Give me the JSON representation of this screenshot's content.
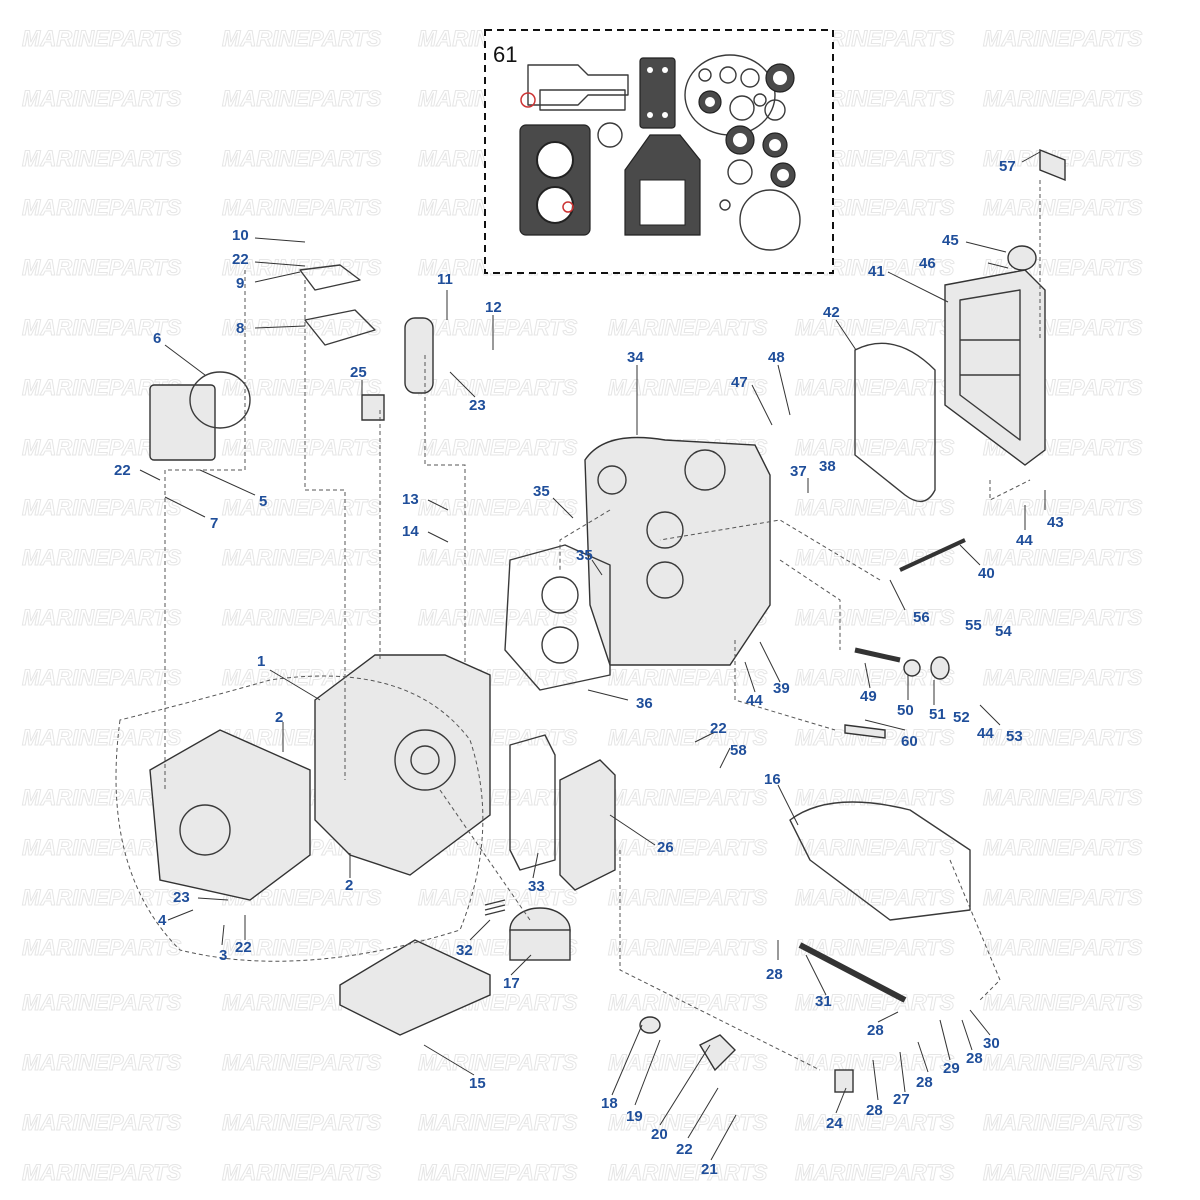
{
  "watermark": {
    "text": "MARINEPARTS"
  },
  "kit": {
    "label": "61"
  },
  "callouts": [
    {
      "id": "c10",
      "text": "10"
    },
    {
      "id": "c22a",
      "text": "22"
    },
    {
      "id": "c9",
      "text": "9"
    },
    {
      "id": "c8",
      "text": "8"
    },
    {
      "id": "c6",
      "text": "6"
    },
    {
      "id": "c22b",
      "text": "22"
    },
    {
      "id": "c5",
      "text": "5"
    },
    {
      "id": "c7",
      "text": "7"
    },
    {
      "id": "c11",
      "text": "11"
    },
    {
      "id": "c12",
      "text": "12"
    },
    {
      "id": "c25",
      "text": "25"
    },
    {
      "id": "c23a",
      "text": "23"
    },
    {
      "id": "c13",
      "text": "13"
    },
    {
      "id": "c14",
      "text": "14"
    },
    {
      "id": "c1",
      "text": "1"
    },
    {
      "id": "c2a",
      "text": "2"
    },
    {
      "id": "c2b",
      "text": "2"
    },
    {
      "id": "c23b",
      "text": "23"
    },
    {
      "id": "c4",
      "text": "4"
    },
    {
      "id": "c3",
      "text": "3"
    },
    {
      "id": "c22c",
      "text": "22"
    },
    {
      "id": "c34",
      "text": "34"
    },
    {
      "id": "c35a",
      "text": "35"
    },
    {
      "id": "c35b",
      "text": "35"
    },
    {
      "id": "c36",
      "text": "36"
    },
    {
      "id": "c47",
      "text": "47"
    },
    {
      "id": "c48",
      "text": "48"
    },
    {
      "id": "c37",
      "text": "37"
    },
    {
      "id": "c38",
      "text": "38"
    },
    {
      "id": "c42",
      "text": "42"
    },
    {
      "id": "c41",
      "text": "41"
    },
    {
      "id": "c45",
      "text": "45"
    },
    {
      "id": "c46",
      "text": "46"
    },
    {
      "id": "c57",
      "text": "57"
    },
    {
      "id": "c43",
      "text": "43"
    },
    {
      "id": "c44a",
      "text": "44"
    },
    {
      "id": "c40",
      "text": "40"
    },
    {
      "id": "c56",
      "text": "56"
    },
    {
      "id": "c55",
      "text": "55"
    },
    {
      "id": "c54",
      "text": "54"
    },
    {
      "id": "c44b",
      "text": "44"
    },
    {
      "id": "c39",
      "text": "39"
    },
    {
      "id": "c49",
      "text": "49"
    },
    {
      "id": "c50",
      "text": "50"
    },
    {
      "id": "c51",
      "text": "51"
    },
    {
      "id": "c52",
      "text": "52"
    },
    {
      "id": "c44c",
      "text": "44"
    },
    {
      "id": "c53",
      "text": "53"
    },
    {
      "id": "c60",
      "text": "60"
    },
    {
      "id": "c22d",
      "text": "22"
    },
    {
      "id": "c58",
      "text": "58"
    },
    {
      "id": "c16",
      "text": "16"
    },
    {
      "id": "c26",
      "text": "26"
    },
    {
      "id": "c33",
      "text": "33"
    },
    {
      "id": "c32",
      "text": "32"
    },
    {
      "id": "c17",
      "text": "17"
    },
    {
      "id": "c15",
      "text": "15"
    },
    {
      "id": "c28a",
      "text": "28"
    },
    {
      "id": "c31",
      "text": "31"
    },
    {
      "id": "c28b",
      "text": "28"
    },
    {
      "id": "c30",
      "text": "30"
    },
    {
      "id": "c28c",
      "text": "28"
    },
    {
      "id": "c29",
      "text": "29"
    },
    {
      "id": "c28d",
      "text": "28"
    },
    {
      "id": "c27",
      "text": "27"
    },
    {
      "id": "c28e",
      "text": "28"
    },
    {
      "id": "c24",
      "text": "24"
    },
    {
      "id": "c18",
      "text": "18"
    },
    {
      "id": "c19",
      "text": "19"
    },
    {
      "id": "c20",
      "text": "20"
    },
    {
      "id": "c22e",
      "text": "22"
    },
    {
      "id": "c21",
      "text": "21"
    }
  ]
}
